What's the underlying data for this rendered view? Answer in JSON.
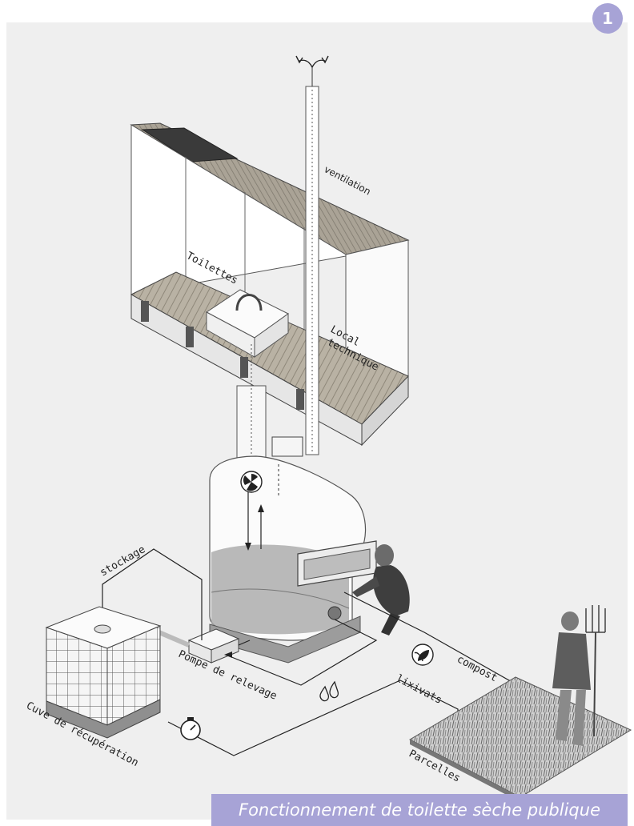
{
  "badge": "1",
  "caption": "Fonctionnement de toilette sèche publique",
  "labels": {
    "ventilation": "ventilation",
    "toilettes": "Toilettes",
    "local": "Local",
    "technique": "technique",
    "stockage": "stockage",
    "pompe": "Pompe de relevage",
    "cuve": "Cuve de récupération",
    "compost": "compost",
    "lixivats": "lixivats",
    "parcelles": "Parcelles"
  },
  "icons": [
    "ventilation-fan-icon",
    "compost-plant-icon",
    "water-drops-icon",
    "timer-icon",
    "air-outlet-arrows-icon"
  ],
  "colors": {
    "accent": "#a7a3d6",
    "panel": "#efefef",
    "ink": "#222222"
  }
}
